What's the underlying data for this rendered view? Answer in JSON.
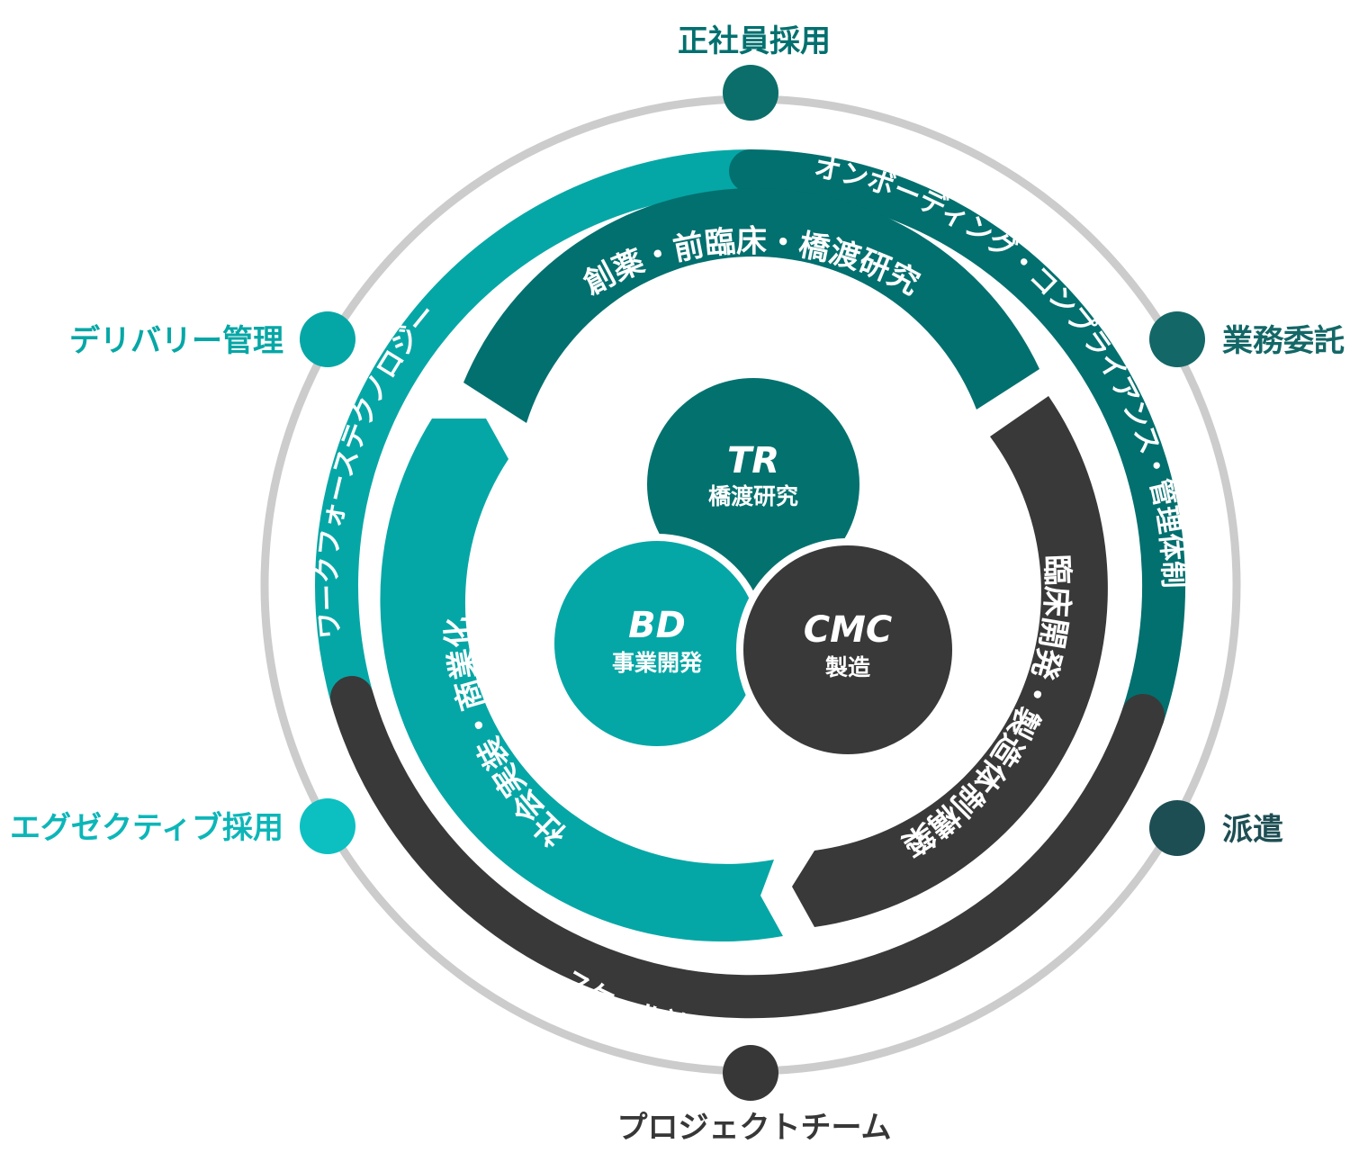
{
  "colors": {
    "outer_ring": "#cccccc",
    "teal_dark": "#01706f",
    "teal": "#05a7a6",
    "teal_light": "#0cc0c1",
    "teal_deep": "#1d4e54",
    "charcoal": "#393939",
    "white": "#ffffff"
  },
  "nodes": [
    {
      "id": "seishain",
      "label": "正社員採用",
      "color": "#0b6e6a",
      "label_color": "#01706f"
    },
    {
      "id": "gyomu",
      "label": "業務委託",
      "color": "#146767",
      "label_color": "#146767"
    },
    {
      "id": "haken",
      "label": "派遣",
      "color": "#1d4e54",
      "label_color": "#1d4e54"
    },
    {
      "id": "project",
      "label": "プロジェクトチーム",
      "color": "#373737",
      "label_color": "#373737"
    },
    {
      "id": "executive",
      "label": "エグゼクティブ採用",
      "color": "#0cc0c1",
      "label_color": "#0cb6b8"
    },
    {
      "id": "delivery",
      "label": "デリバリー管理",
      "color": "#05a7a6",
      "label_color": "#05a7a6"
    }
  ],
  "outer_arcs": {
    "onboarding": "オンボーディング・コンプライアンス・管理体制",
    "workforce": "ワークフォーステクノロジー",
    "scale": "スケール計画（増員・減員）"
  },
  "inner_arcs": {
    "drug": "創薬・前臨床・橋渡研究",
    "clinical": "臨床開発・製造体制構築",
    "social": "社会実装・商業化"
  },
  "circles": [
    {
      "id": "tr",
      "code": "TR",
      "sub": "橋渡研究",
      "color": "#03726f"
    },
    {
      "id": "bd",
      "code": "BD",
      "sub": "事業開発",
      "color": "#05a7a6"
    },
    {
      "id": "cmc",
      "code": "CMC",
      "sub": "製造",
      "color": "#393939"
    }
  ]
}
